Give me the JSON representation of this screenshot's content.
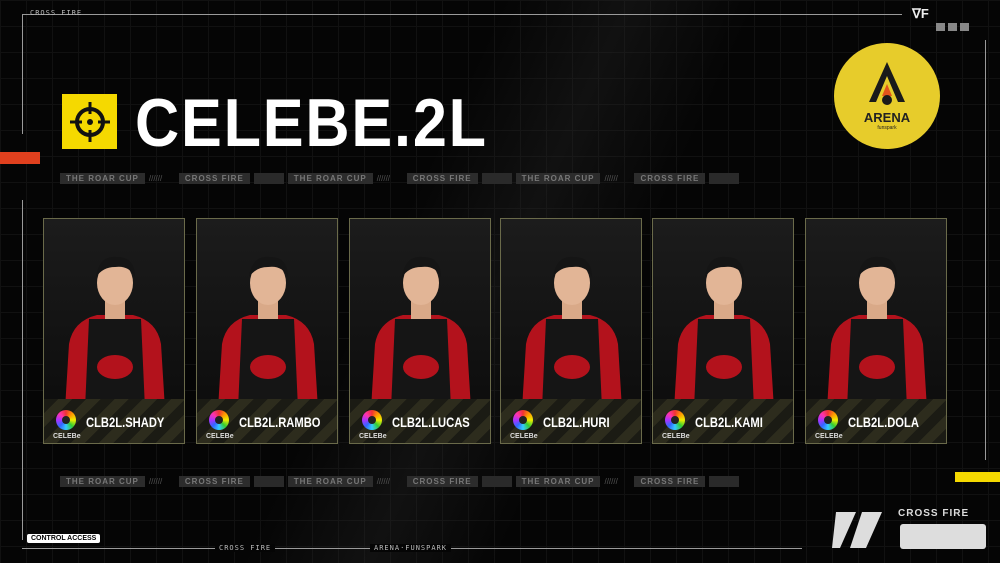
{
  "header": {
    "top_label": "CROSS FIRE",
    "team_name": "CELEBE.2L",
    "arena_logo_text": "ARENA",
    "arena_logo_sub": "funspark"
  },
  "banner": {
    "segments": [
      "THE ROAR CUP",
      "CROSS FIRE",
      "THE ROAR CUP",
      "CROSS FIRE",
      "THE ROAR CUP",
      "CROSS FIRE"
    ]
  },
  "players": [
    {
      "name": "CLB2L.SHADY",
      "org": "CELEBe"
    },
    {
      "name": "CLB2L.RAMBO",
      "org": "CELEBe"
    },
    {
      "name": "CLB2L.LUCAS",
      "org": "CELEBe"
    },
    {
      "name": "CLB2L.HURI",
      "org": "CELEBe"
    },
    {
      "name": "CLB2L.KAMI",
      "org": "CELEBe"
    },
    {
      "name": "CLB2L.DOLA",
      "org": "CELEBe"
    }
  ],
  "footer": {
    "control_access": "CONTROL ACCESS",
    "left_label": "CROSS FIRE",
    "center_label": "ARENA·FUNSPARK",
    "brand": "CROSS FIRE"
  },
  "colors": {
    "accent": "#f5d900",
    "jersey": "#b3121c"
  }
}
